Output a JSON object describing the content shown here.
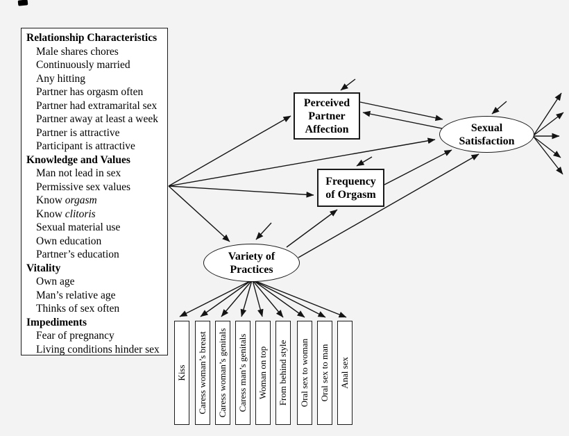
{
  "colors": {
    "background": "#f3f3f3",
    "node_fill": "#ffffff",
    "line": "#141414",
    "text": "#000000"
  },
  "panel": {
    "lines": [
      {
        "text": "Relationship Characteristics",
        "type": "header"
      },
      {
        "text": "Male shares chores"
      },
      {
        "text": "Continuously married"
      },
      {
        "text": "Any hitting"
      },
      {
        "text": "Partner has orgasm often"
      },
      {
        "text": "Partner had extramarital sex"
      },
      {
        "text": "Partner away at least a week"
      },
      {
        "text": "Partner is attractive"
      },
      {
        "text": "Participant is attractive"
      },
      {
        "text": "Knowledge and Values",
        "type": "header"
      },
      {
        "text": "Man not lead in sex"
      },
      {
        "text": "Permissive sex values"
      },
      {
        "prefix": "Know ",
        "italic": "orgasm"
      },
      {
        "prefix": "Know ",
        "italic": "clitoris"
      },
      {
        "text": "Sexual material use"
      },
      {
        "text": "Own education"
      },
      {
        "text": "Partner’s education"
      },
      {
        "text": "Vitality",
        "type": "header"
      },
      {
        "text": "Own age"
      },
      {
        "text": "Man’s relative age"
      },
      {
        "text": "Thinks of sex often"
      },
      {
        "text": "Impediments",
        "type": "header"
      },
      {
        "text": "Fear of pregnancy"
      },
      {
        "text": "Living conditions hinder sex"
      }
    ]
  },
  "nodes": {
    "perceived_partner_affection": "Perceived Partner Affection",
    "frequency_of_orgasm": "Frequency of Orgasm",
    "sexual_satisfaction": "Sexual Satisfaction",
    "variety_of_practices": "Variety of Practices"
  },
  "indicators": [
    "Kiss",
    "Caress woman’s breast",
    "Caress woman’s genitals",
    "Caress man’s genitals",
    "Woman on top",
    "From behind style",
    "Oral sex to woman",
    "Oral sex to man",
    "Anal sex"
  ],
  "edges": {
    "from_predictor_panel_to": [
      "perceived_partner_affection",
      "sexual_satisfaction",
      "frequency_of_orgasm",
      "variety_of_practices"
    ],
    "paths": [
      "perceived_partner_affection -> sexual_satisfaction",
      "sexual_satisfaction -> perceived_partner_affection",
      "frequency_of_orgasm -> sexual_satisfaction",
      "variety_of_practices -> frequency_of_orgasm",
      "variety_of_practices -> sexual_satisfaction",
      "variety_of_practices -> each of 9 practice indicators"
    ],
    "residual_arrows_into": [
      "perceived_partner_affection",
      "frequency_of_orgasm",
      "sexual_satisfaction",
      "variety_of_practices"
    ],
    "outcome_arrows_from_sexual_satisfaction": 5
  }
}
